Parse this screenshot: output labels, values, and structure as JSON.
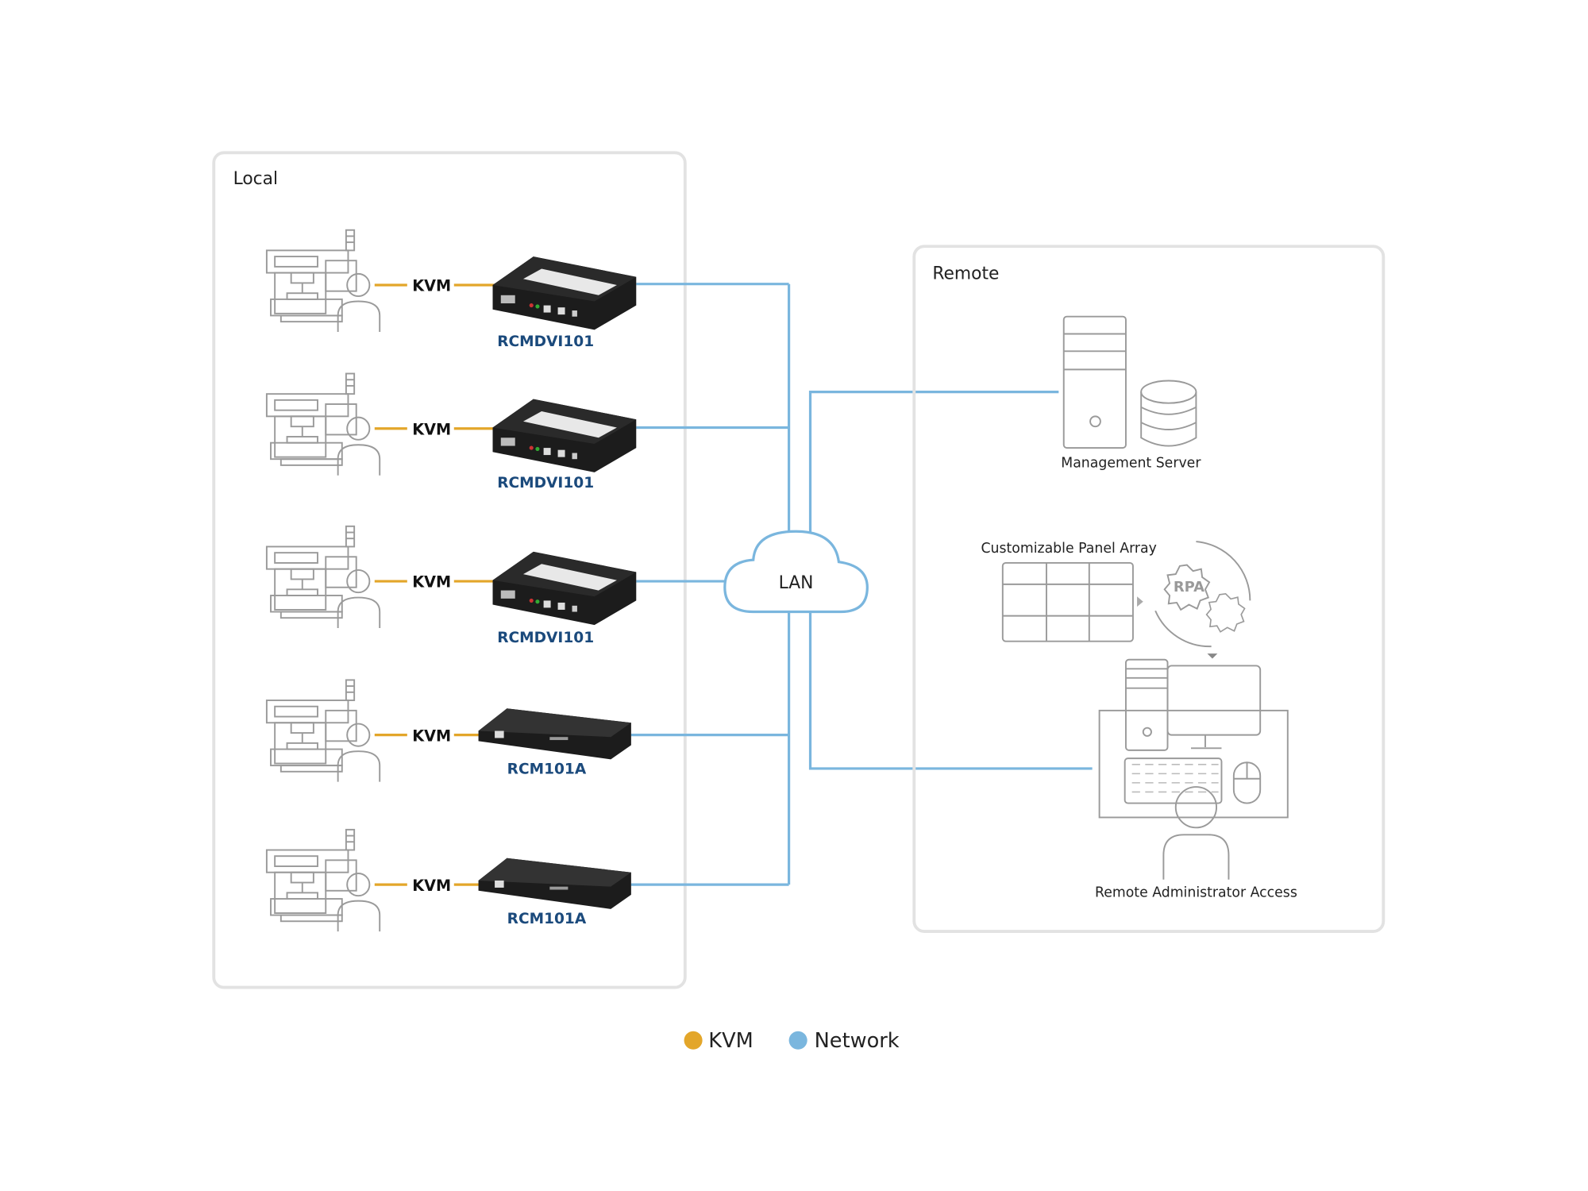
{
  "local": {
    "title": "Local",
    "rows": [
      {
        "link_label": "KVM",
        "device": "RCMDVI101",
        "device_type": "rcmdvi"
      },
      {
        "link_label": "KVM",
        "device": "RCMDVI101",
        "device_type": "rcmdvi"
      },
      {
        "link_label": "KVM",
        "device": "RCMDVI101",
        "device_type": "rcmdvi"
      },
      {
        "link_label": "KVM",
        "device": "RCM101A",
        "device_type": "rcm101a"
      },
      {
        "link_label": "KVM",
        "device": "RCM101A",
        "device_type": "rcm101a"
      }
    ]
  },
  "network": {
    "cloud_label": "LAN"
  },
  "remote": {
    "title": "Remote",
    "server_label": "Management Server",
    "panel_label": "Customizable Panel Array",
    "rpa_label": "RPA",
    "admin_label": "Remote Administrator Access"
  },
  "legend": [
    {
      "label": "KVM",
      "color": "#e3a62a"
    },
    {
      "label": "Network",
      "color": "#7ab6de"
    }
  ]
}
